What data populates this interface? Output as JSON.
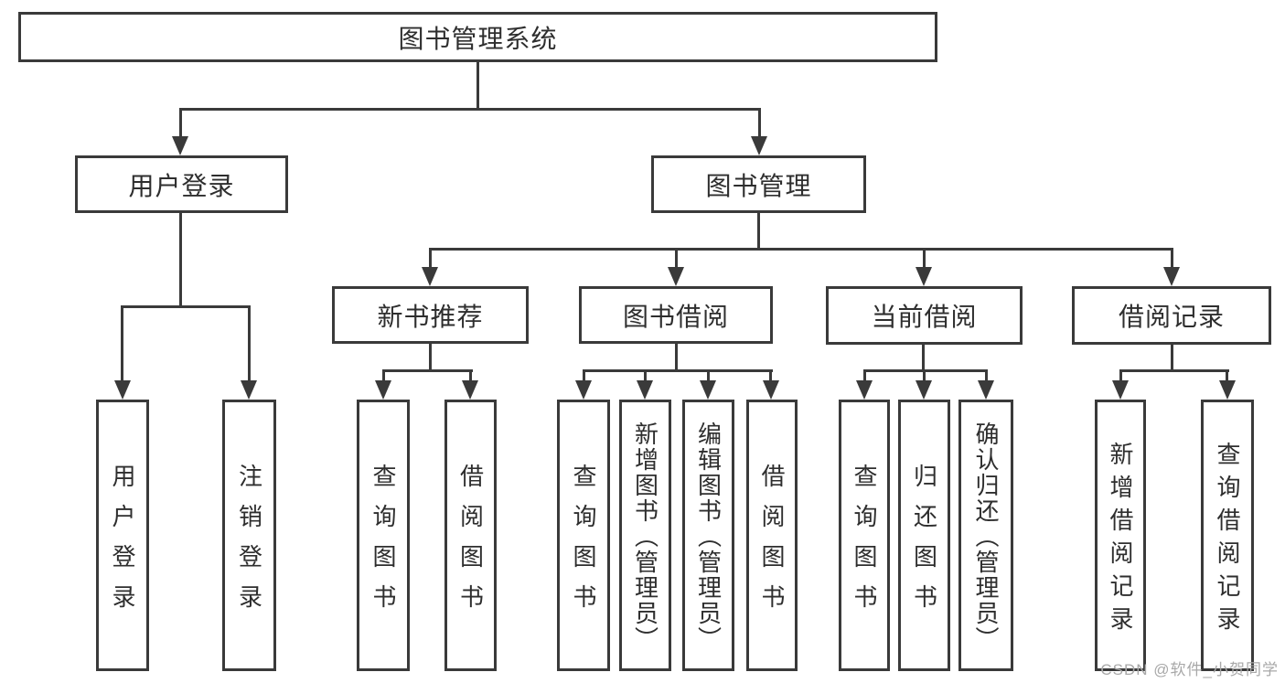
{
  "diagram": {
    "root": {
      "label": "图书管理系统"
    },
    "login": {
      "label": "用户登录",
      "children": [
        {
          "label": "用户登录"
        },
        {
          "label": "注销登录"
        }
      ]
    },
    "manage": {
      "label": "图书管理"
    },
    "recommend": {
      "label": "新书推荐",
      "children": [
        {
          "label": "查询图书"
        },
        {
          "label": "借阅图书"
        }
      ]
    },
    "borrow": {
      "label": "图书借阅",
      "children": [
        {
          "label": "查询图书"
        },
        {
          "label": "新增图书（管理员）"
        },
        {
          "label": "编辑图书（管理员）"
        },
        {
          "label": "借阅图书"
        }
      ]
    },
    "current": {
      "label": "当前借阅",
      "children": [
        {
          "label": "查询图书"
        },
        {
          "label": "归还图书"
        },
        {
          "label": "确认归还（管理员）"
        }
      ]
    },
    "record": {
      "label": "借阅记录",
      "children": [
        {
          "label": "新增借阅记录"
        },
        {
          "label": "查询借阅记录"
        }
      ]
    }
  },
  "watermark": {
    "text": "CSDN @软件_小贺同学"
  },
  "colors": {
    "line": "#3a3a3a",
    "text": "#2e2e2e",
    "background": "#ffffff",
    "watermark": "#a8a8a8"
  }
}
